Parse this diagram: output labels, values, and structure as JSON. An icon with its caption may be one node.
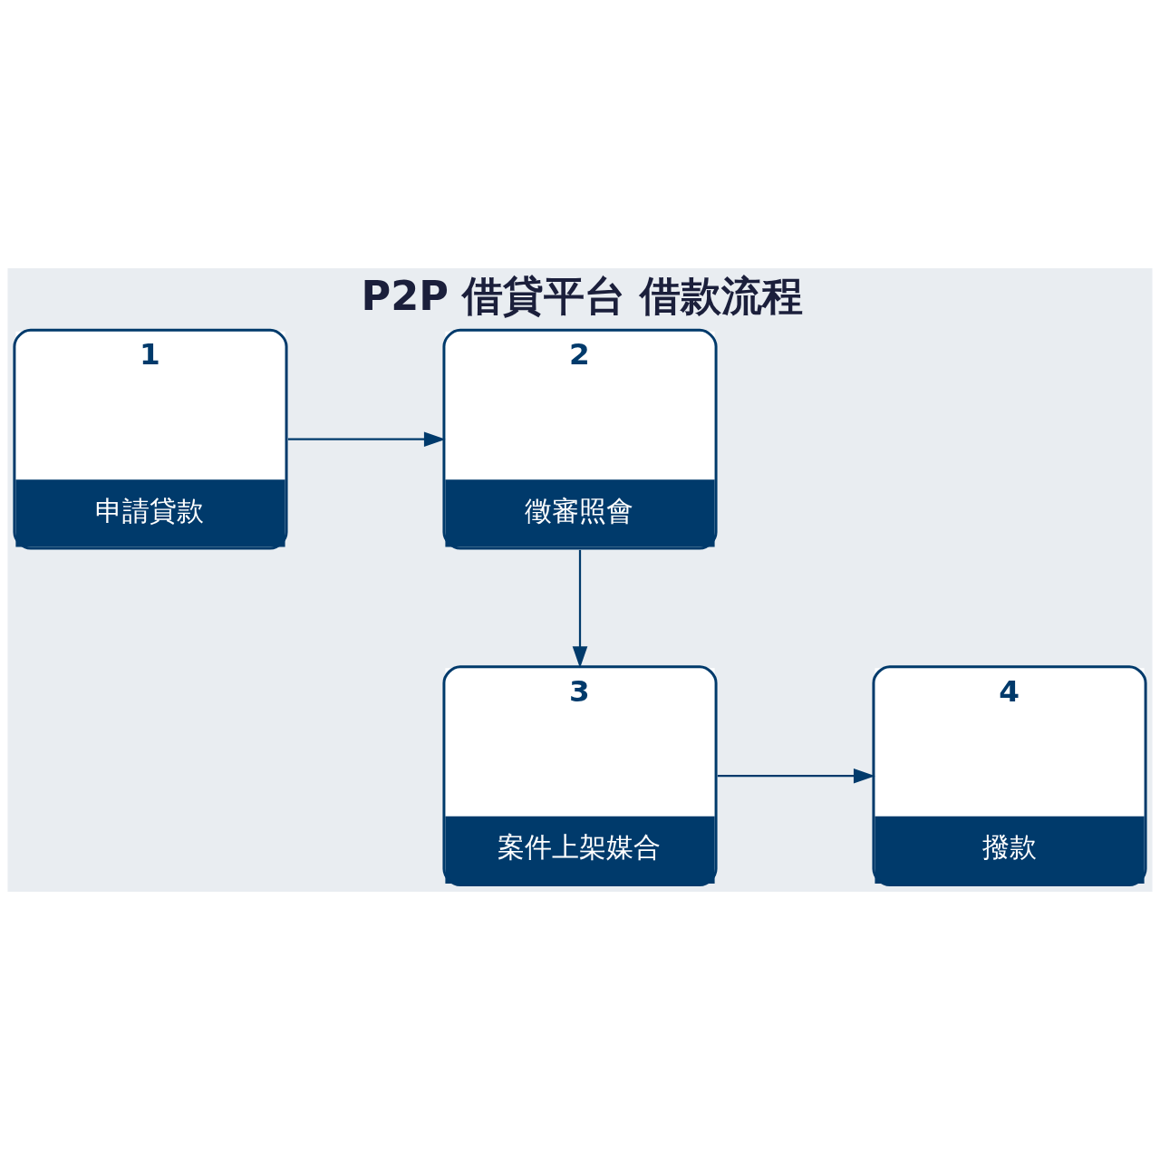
{
  "diagram": {
    "title": "P2P 借貸平台 借款流程",
    "nodes": [
      {
        "text": [
          "1",
          "申請貸款"
        ]
      },
      {
        "text": [
          "2",
          "徵審照會"
        ]
      },
      {
        "text": [
          "4",
          "撥款"
        ]
      },
      {
        "text": [
          "3",
          "案件上架媒合"
        ]
      }
    ],
    "edges": [
      {
        "from": 0,
        "to": 1,
        "arrow": "to"
      },
      {
        "from": 1,
        "to": 3,
        "arrow": "to"
      },
      {
        "from": 3,
        "to": 2,
        "arrow": "to"
      }
    ]
  }
}
